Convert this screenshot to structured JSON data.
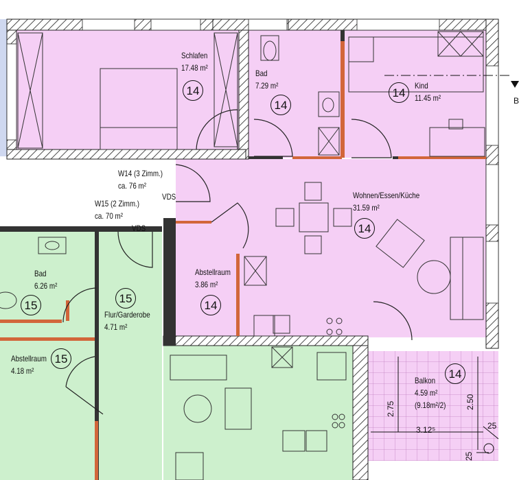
{
  "rooms": {
    "schlafen": {
      "name": "Schlafen",
      "area": "17.48 m²",
      "unit": "14"
    },
    "bad14": {
      "name": "Bad",
      "area": "7.29 m²",
      "unit": "14"
    },
    "kind": {
      "name": "Kind",
      "area": "11.45 m²",
      "unit": "14"
    },
    "wohnen": {
      "name": "Wohnen/Essen/Küche",
      "area": "31.59 m²",
      "unit": "14"
    },
    "abstell14": {
      "name": "Abstellraum",
      "area": "3.86 m²",
      "unit": "14"
    },
    "balkon": {
      "name": "Balkon",
      "area": "4.59 m²",
      "area_note": "(9.18m²/2)",
      "unit": "14"
    },
    "bad15": {
      "name": "Bad",
      "area": "6.26 m²",
      "unit": "15"
    },
    "flur15": {
      "name": "Flur/Garderobe",
      "area": "4.71 m²",
      "unit": "15"
    },
    "abstell15": {
      "name": "Abstellraum",
      "area": "4.18 m²",
      "unit": "15"
    },
    "flur15_badge": "15"
  },
  "units": {
    "w14": {
      "label": "W14 (3 Zimm.)",
      "area": "ca. 76 m²"
    },
    "w15": {
      "label": "W15 (2 Zimm.)",
      "area": "ca. 70 m²"
    }
  },
  "vds": [
    "VDS",
    "VDS"
  ],
  "dimensions": {
    "d275": "2.75",
    "d250": "2.50",
    "d3125": "3.12⁵",
    "d25a": "25",
    "d25b": "25"
  },
  "section_marker": "B",
  "colors": {
    "unit14": "#f5cff5",
    "unit15": "#cdf0cd",
    "wall": "#2a2a2a",
    "accent_wall": "#d2663a",
    "corridor": "#ffffff"
  }
}
